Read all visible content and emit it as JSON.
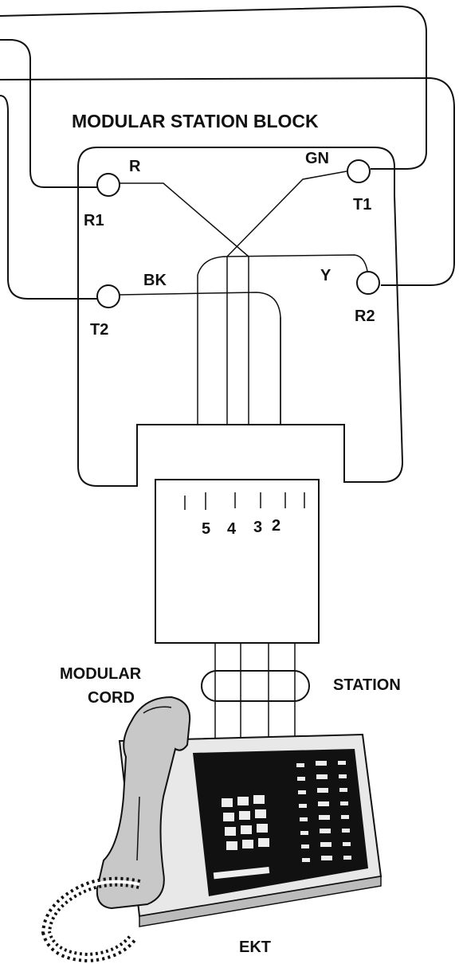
{
  "diagram": {
    "title": "MODULAR STATION BLOCK",
    "terminals": {
      "r1": "R1",
      "t1": "T1",
      "t2": "T2",
      "r2": "R2"
    },
    "wire_colors": {
      "r": "R",
      "gn": "GN",
      "bk": "BK",
      "y": "Y"
    },
    "pin_numbers": [
      "5",
      "4",
      "3",
      "2"
    ],
    "cord_label_line1": "MODULAR",
    "cord_label_line2": "CORD",
    "station_label": "STATION",
    "device_label": "EKT"
  }
}
